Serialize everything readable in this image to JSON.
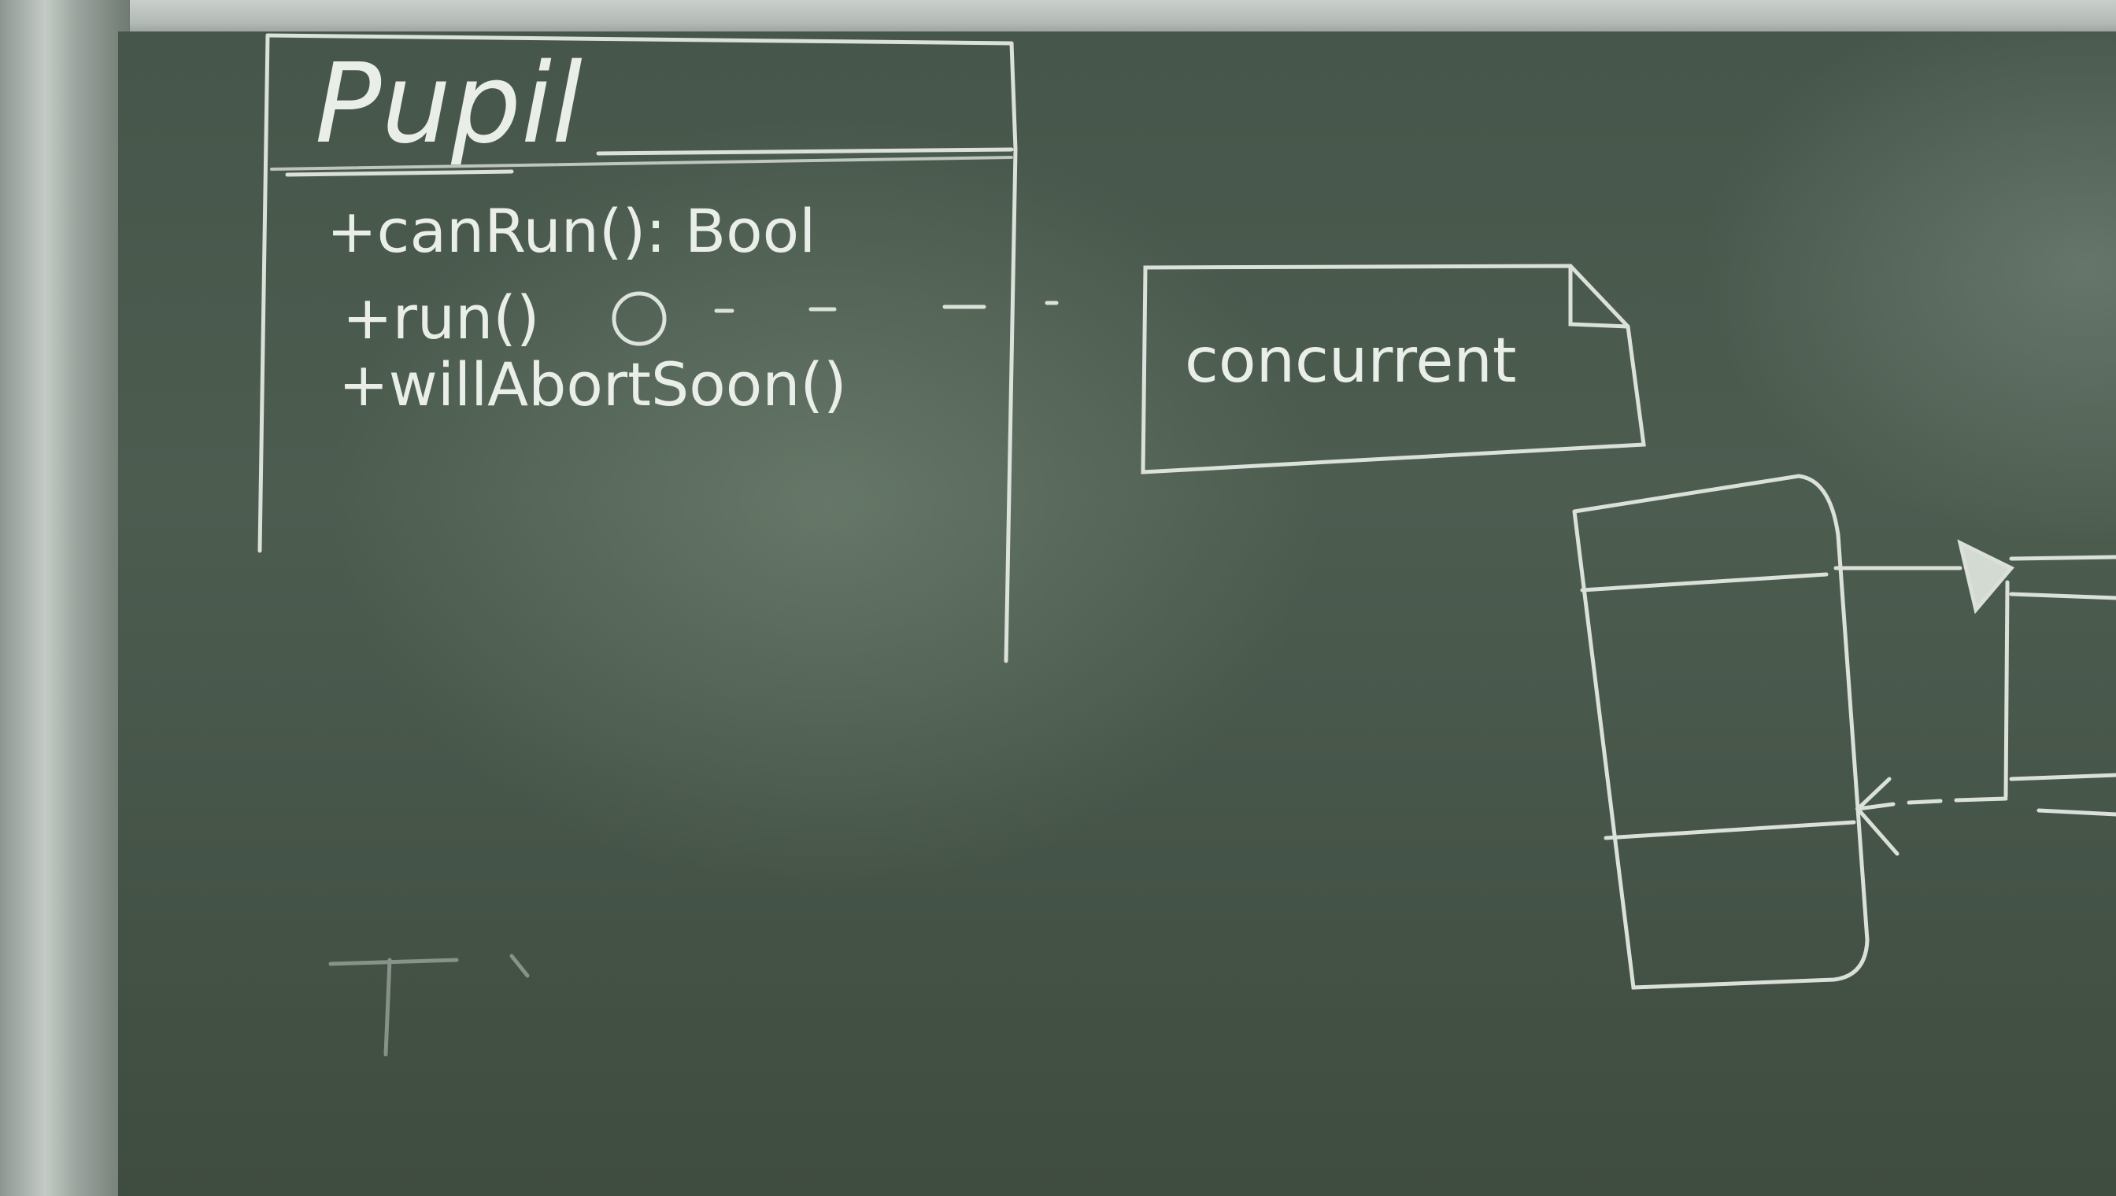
{
  "uml_class": {
    "name": "Pupil",
    "methods": [
      "+canRun(): Bool",
      "+run()",
      "+willAbortSoon()"
    ]
  },
  "note": {
    "text": "concurrent"
  },
  "colors": {
    "chalk": "#e9eee8",
    "board": "#46564a",
    "frame": "#b3bab5"
  }
}
